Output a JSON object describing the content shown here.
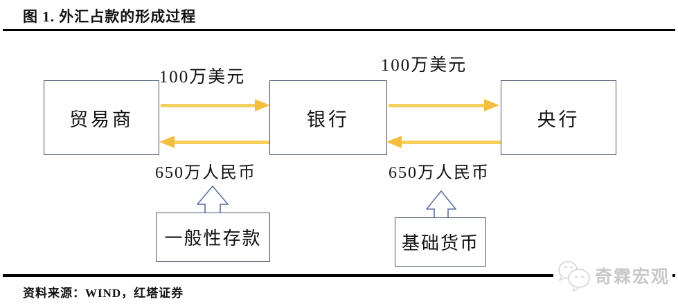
{
  "figure": {
    "title": "图 1. 外汇占款的形成过程",
    "source": "资料来源：WIND，红塔证券",
    "watermark": "奇霖宏观"
  },
  "diagram": {
    "nodes": {
      "trader": "贸易商",
      "bank": "银行",
      "central_bank": "央行",
      "general_deposit": "一般性存款",
      "base_money": "基础货币"
    },
    "flows": {
      "trader_to_bank": "100万美元",
      "bank_to_central": "100万美元",
      "bank_to_trader": "650万人民币",
      "central_to_bank": "650万人民币"
    }
  },
  "colors": {
    "arrow_gold_shaft": "#F6CE5B",
    "arrow_gold_head": "#F3BE40",
    "box_border": "#44546A",
    "hollow_arrow_border": "#5F6EA0",
    "rule_black": "#000000",
    "watermark_gray": "#C8C8C8"
  }
}
